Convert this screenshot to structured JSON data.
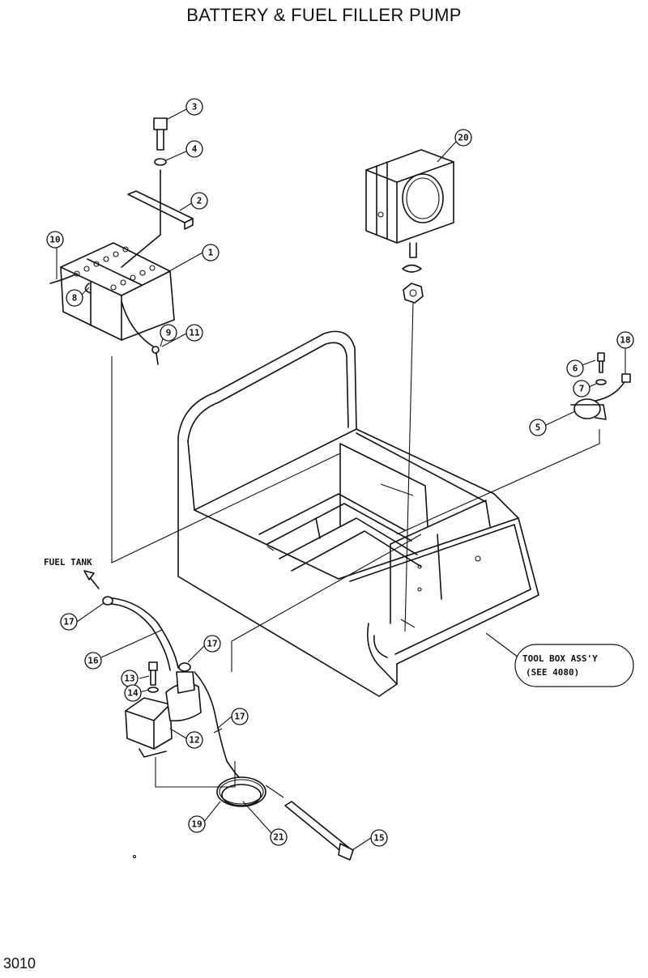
{
  "title": "BATTERY & FUEL FILLER PUMP",
  "page_number": "3010",
  "labels": {
    "fuel_tank": "FUEL TANK",
    "tool_box_line1": "TOOL BOX ASS'Y",
    "tool_box_line2": "(SEE 4080)"
  },
  "callouts": {
    "c1": "1",
    "c2": "2",
    "c3": "3",
    "c4": "4",
    "c5": "5",
    "c6": "6",
    "c7": "7",
    "c8": "8",
    "c9": "9",
    "c10": "10",
    "c11": "11",
    "c12": "12",
    "c13": "13",
    "c14": "14",
    "c15": "15",
    "c16": "16",
    "c17a": "17",
    "c17b": "17",
    "c17c": "17",
    "c18": "18",
    "c19": "19",
    "c20": "20",
    "c21": "21"
  }
}
